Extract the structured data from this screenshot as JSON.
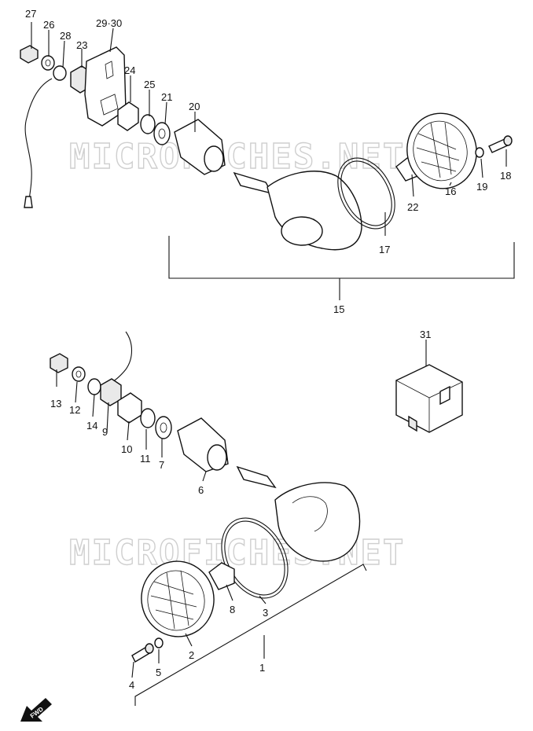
{
  "watermark": {
    "text_top": "MICROFICHES.NET",
    "text_bottom": "MICROFICHES.NET"
  },
  "badge": {
    "fwd": "FWD"
  },
  "callouts": {
    "c1": "1",
    "c2": "2",
    "c3": "3",
    "c4": "4",
    "c5": "5",
    "c6": "6",
    "c7": "7",
    "c8": "8",
    "c9": "9",
    "c10": "10",
    "c11": "11",
    "c12": "12",
    "c13": "13",
    "c14": "14",
    "c15": "15",
    "c16": "16",
    "c17": "17",
    "c18": "18",
    "c19": "19",
    "c20": "20",
    "c21": "21",
    "c22": "22",
    "c23": "23",
    "c24": "24",
    "c25": "25",
    "c26": "26",
    "c27": "27",
    "c28": "28",
    "c29_30": "29·30",
    "c31": "31"
  }
}
